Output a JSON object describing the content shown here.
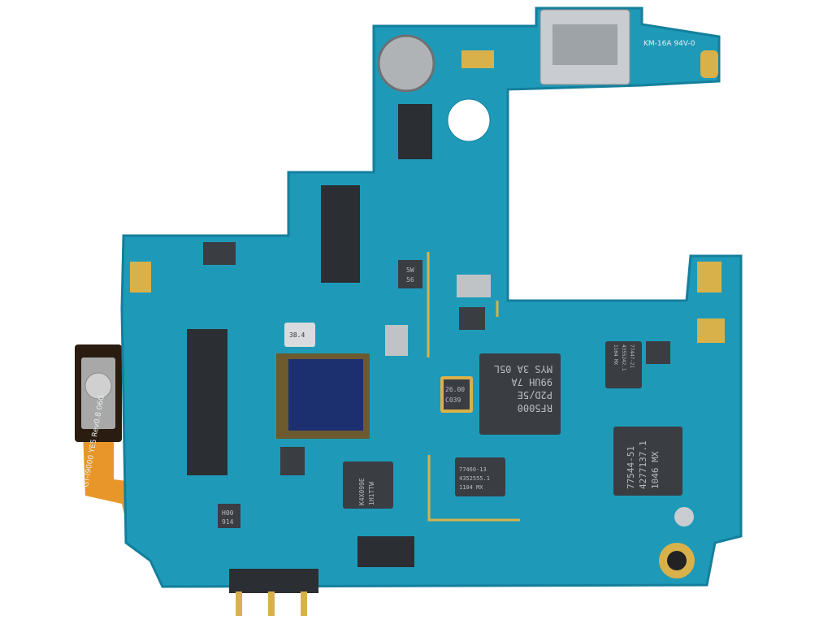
{
  "colors": {
    "board": "#1e9ab8",
    "board_edge": "#147f9c",
    "chip": "#3a3d42",
    "gold": "#d8b14a",
    "flex": "#e8962a",
    "baseband_chip": "#1c2f6e"
  },
  "chips": {
    "rf_transceiver": [
      "RF5000",
      "P2D/5E",
      "99UH 7A",
      "MYS 3A 05L"
    ],
    "power_amp_1": [
      "77544-51",
      "4277137.1",
      "1046 MX"
    ],
    "power_amp_2": [
      "77460-13",
      "4352555.1",
      "1104 MX"
    ],
    "power_amp_3": [
      "77447-21",
      "4355242.1",
      "1104 MX"
    ],
    "crystal": [
      "26.00",
      "C039"
    ],
    "small_crystal": [
      "38.4"
    ],
    "memory_chip": [
      "K4X099E",
      "1H1TTW"
    ],
    "small_ic": [
      "5W",
      "56"
    ],
    "h00": [
      "H00",
      "914"
    ]
  },
  "silkscreen": {
    "flex_label": "GT-I9000 YE5 Rev0.8 06G",
    "top_right": "KM-16A 94V-0"
  }
}
